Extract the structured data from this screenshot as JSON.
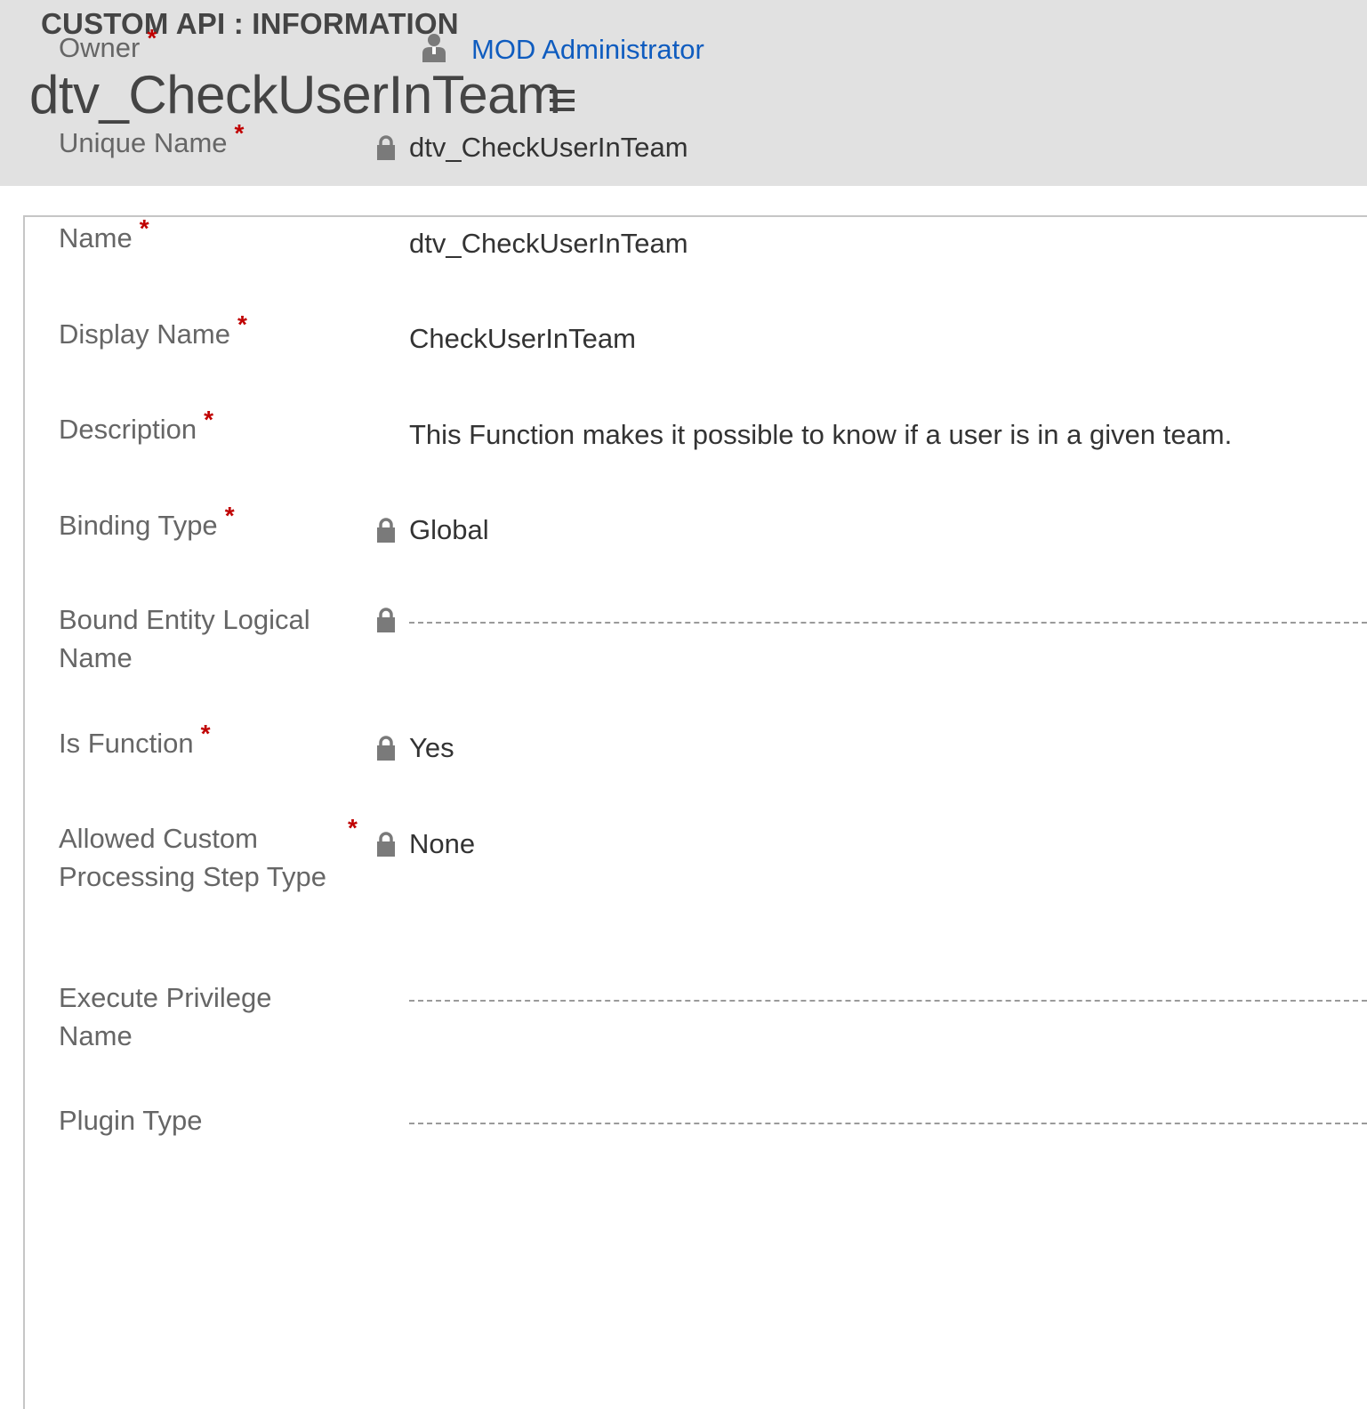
{
  "header": {
    "entity_label": "CUSTOM API : INFORMATION",
    "record_title": "dtv_CheckUserInTeam",
    "menu_icon": "form-selector-menu-icon"
  },
  "colors": {
    "header_bg": "#e1e1e1",
    "required": "#c00000",
    "link": "#0f5cbf"
  },
  "fields": [
    {
      "label": "Owner",
      "required": true,
      "locked": false,
      "value": "MOD Administrator",
      "type": "lookup",
      "icon": "user-icon"
    },
    {
      "label": "Unique Name",
      "required": true,
      "locked": true,
      "value": "dtv_CheckUserInTeam"
    },
    {
      "label": "Name",
      "required": true,
      "locked": false,
      "value": "dtv_CheckUserInTeam"
    },
    {
      "label": "Display Name",
      "required": true,
      "locked": false,
      "value": "CheckUserInTeam"
    },
    {
      "label": "Description",
      "required": true,
      "locked": false,
      "value": "This Function makes it possible to know if a user is in a given team."
    },
    {
      "label": "Binding Type",
      "required": true,
      "locked": true,
      "value": "Global"
    },
    {
      "label": "Bound Entity Logical Name",
      "required": false,
      "locked": true,
      "value": ""
    },
    {
      "label": "Is Function",
      "required": true,
      "locked": true,
      "value": "Yes"
    },
    {
      "label": "Allowed Custom Processing Step Type",
      "required": true,
      "locked": true,
      "value": "None",
      "asterisk_right": true
    },
    {
      "label": "Execute Privilege Name",
      "required": false,
      "locked": false,
      "value": ""
    },
    {
      "label": "Plugin Type",
      "required": false,
      "locked": false,
      "value": ""
    }
  ]
}
